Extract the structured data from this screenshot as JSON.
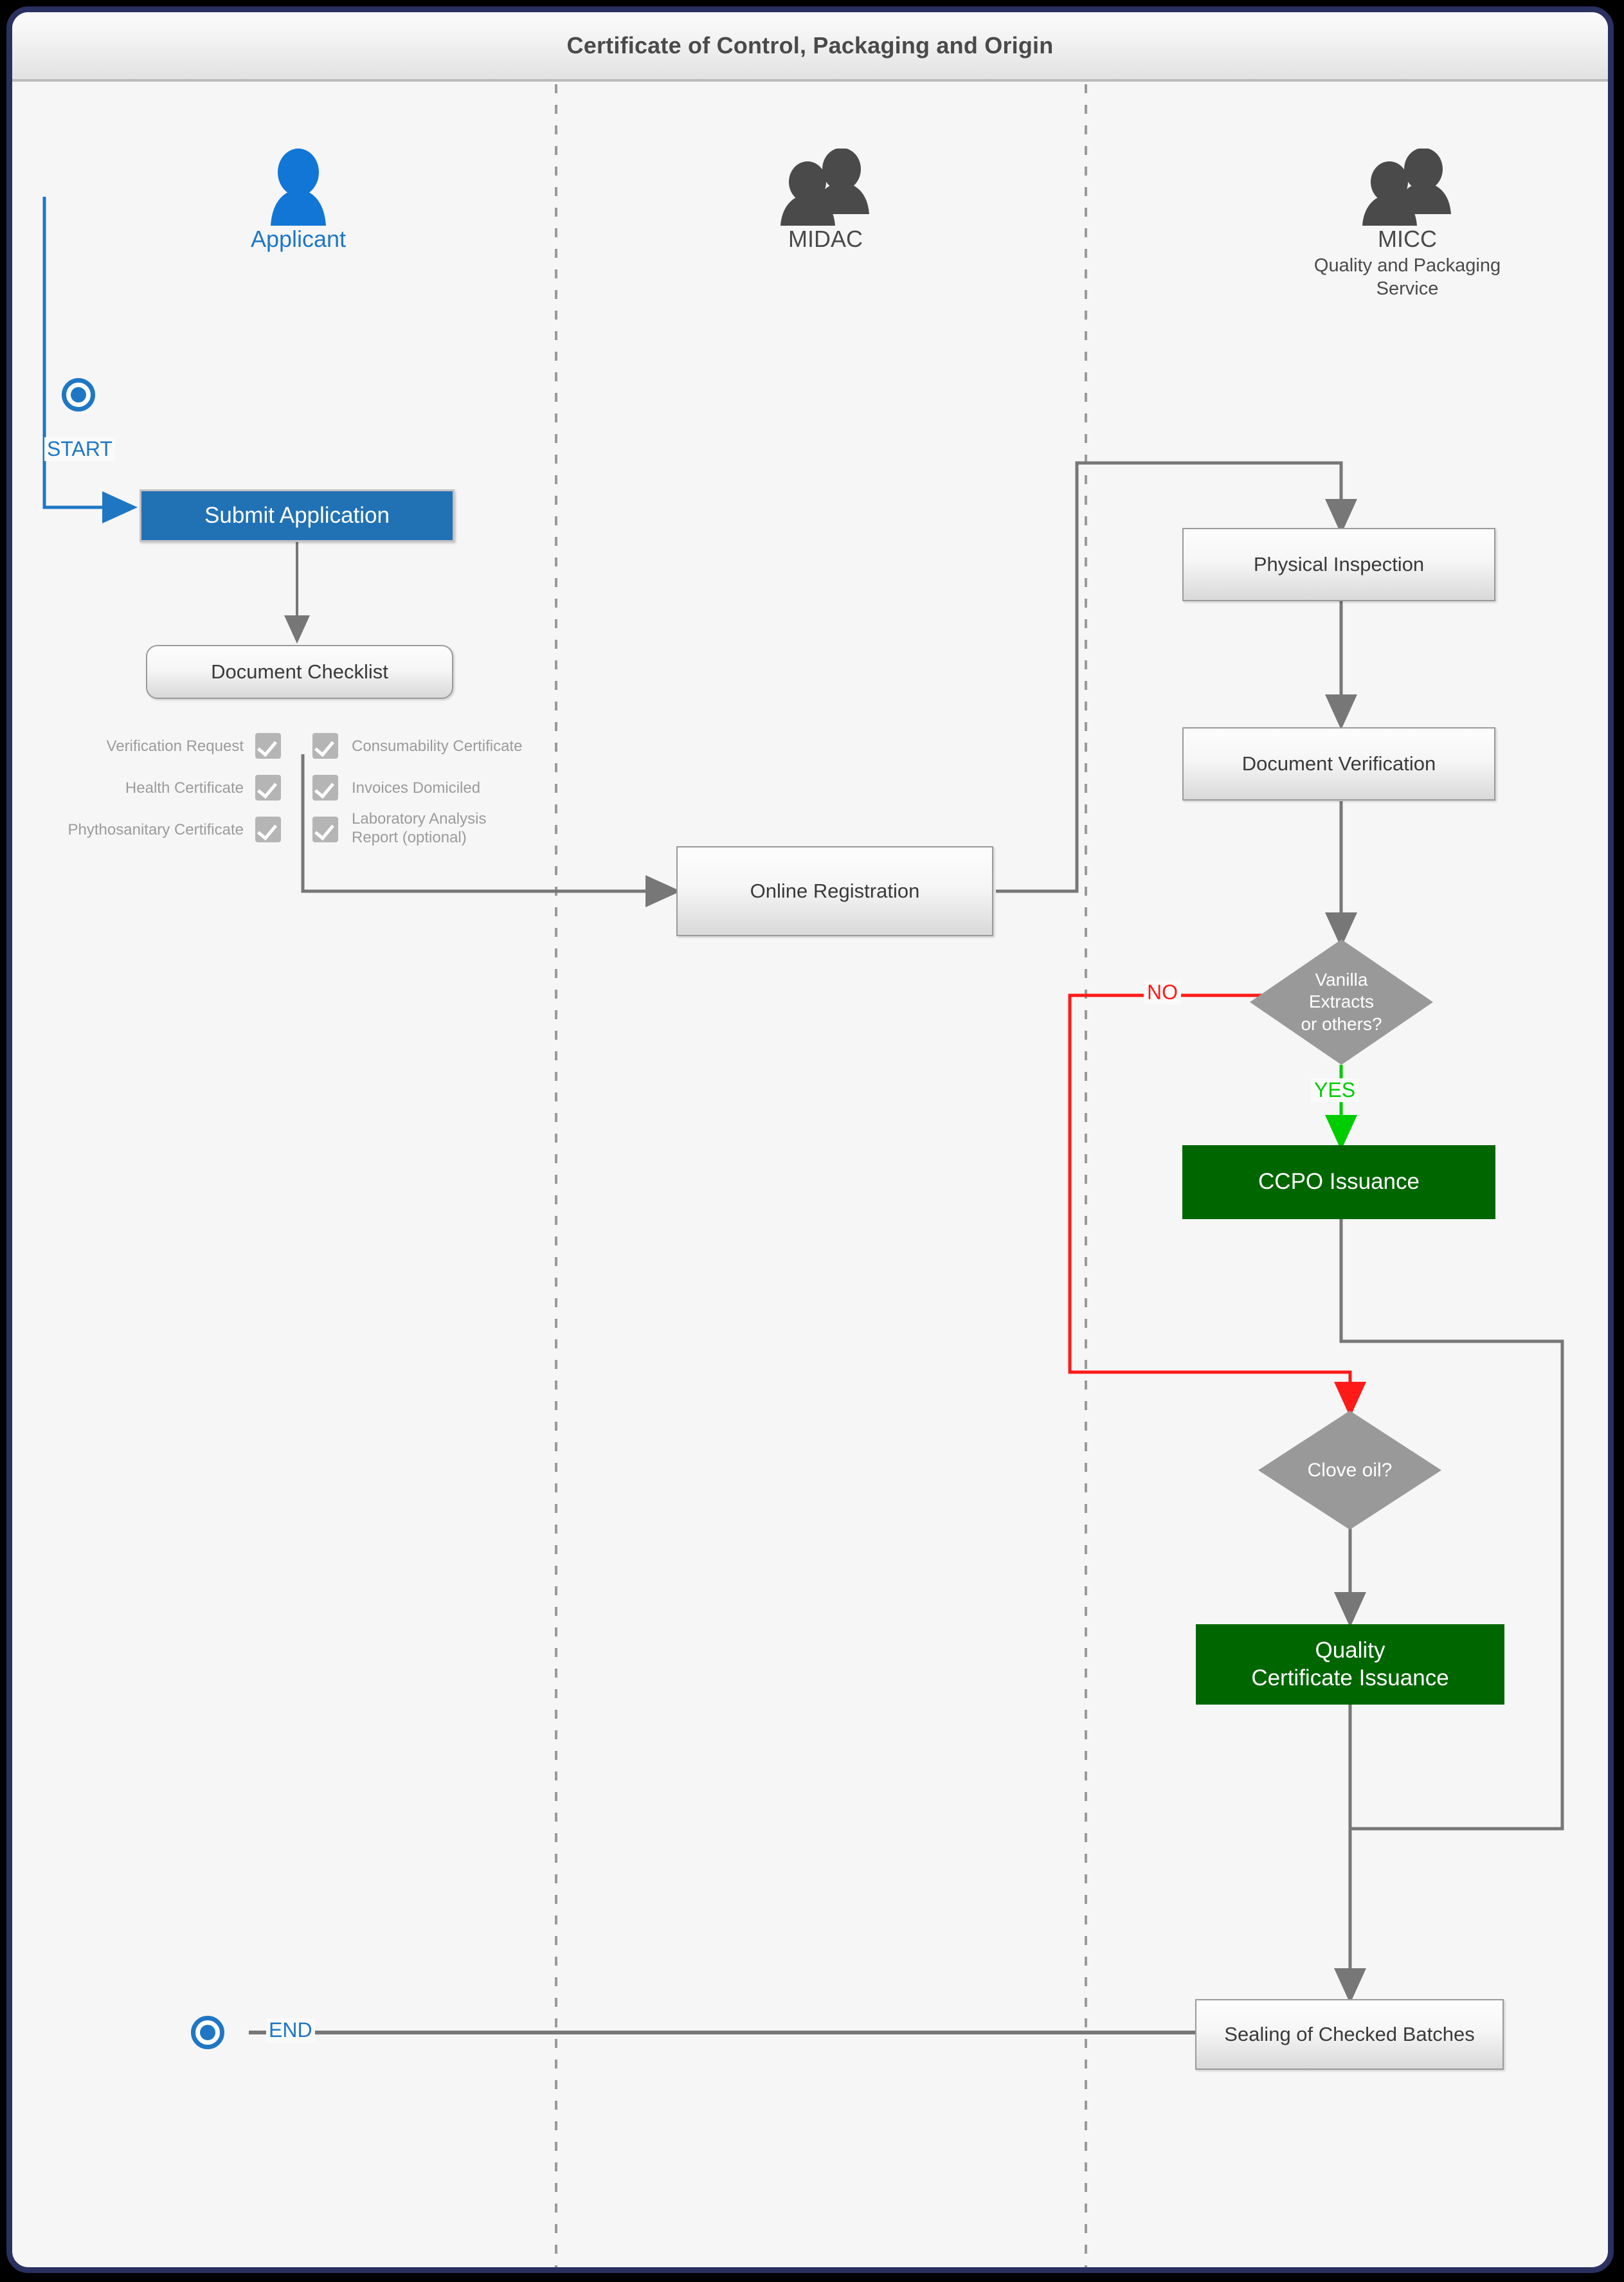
{
  "window": {
    "title": "Certificate of Control, Packaging and Origin"
  },
  "lanes": [
    {
      "id": "applicant",
      "title": "Applicant",
      "subtitle": "",
      "icon": "single-person-icon",
      "accent": "#1f77c4"
    },
    {
      "id": "midac",
      "title": "MIDAC",
      "subtitle": "",
      "icon": "group-people-icon",
      "accent": "#4a4a4a"
    },
    {
      "id": "micc",
      "title": "MICC",
      "subtitle": "Quality and Packaging\nService",
      "icon": "group-people-icon",
      "accent": "#4a4a4a"
    }
  ],
  "terminals": {
    "start": "START",
    "end": "END"
  },
  "nodes": {
    "submit_application": "Submit Application",
    "document_checklist": "Document Checklist",
    "online_registration": "Online Registration",
    "physical_inspection": "Physical Inspection",
    "document_verification": "Document Verification",
    "vanilla_decision": "Vanilla\nExtracts\nor others?",
    "ccpo_issuance": "CCPO Issuance",
    "clove_decision": "Clove oil?",
    "quality_certificate": "Quality\nCertificate Issuance",
    "sealing": "Sealing of Checked Batches"
  },
  "checklist": {
    "left": [
      "Verification Request",
      "Health Certificate",
      "Phythosanitary Certificate"
    ],
    "right": [
      "Consumability Certificate",
      "Invoices Domiciled",
      "Laboratory Analysis\nReport (optional)"
    ]
  },
  "edge_labels": {
    "no": "NO",
    "yes": "YES"
  },
  "colors": {
    "accent_blue": "#2171b5",
    "success_green": "#006600",
    "decision_gray": "#999999",
    "no_red": "#ff1a1a",
    "yes_green": "#00cc00",
    "frame_border": "#2a3160"
  }
}
